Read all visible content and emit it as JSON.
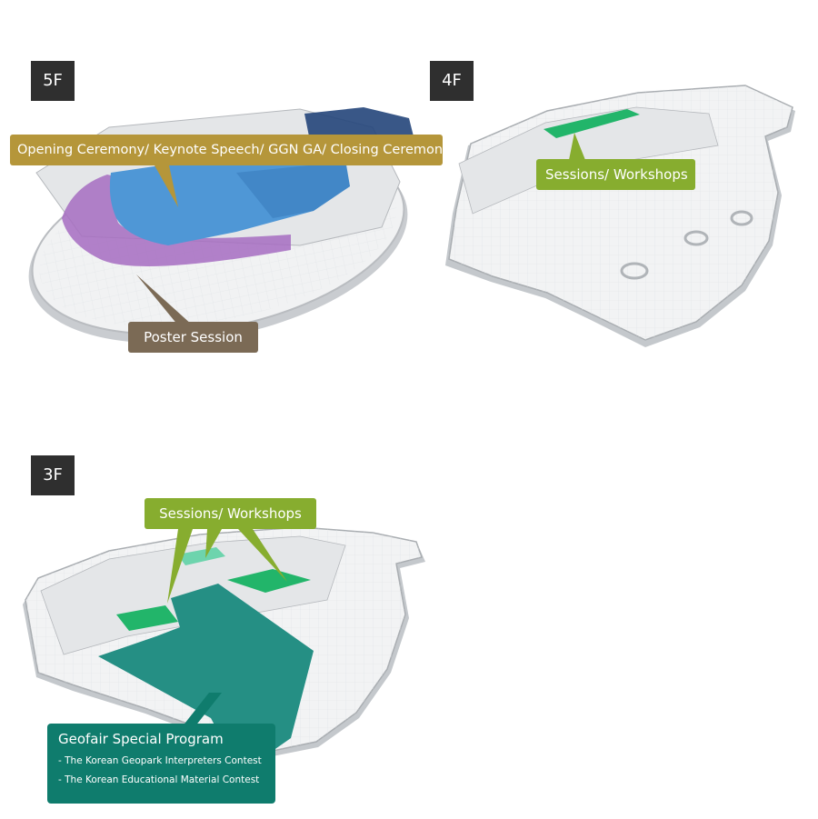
{
  "floors": {
    "f5": {
      "badge": "5F"
    },
    "f4": {
      "badge": "4F"
    },
    "f3": {
      "badge": "3F"
    }
  },
  "labels": {
    "opening": "Opening Ceremony/ Keynote Speech/ GGN GA/ Closing Ceremony",
    "poster": "Poster Session",
    "sessions_4f": "Sessions/ Workshops",
    "sessions_3f": "Sessions/ Workshops",
    "geofair_title": "Geofair Special Program",
    "geofair_items": [
      "- The Korean Geopark Interpreters Contest",
      "- The Korean Educational Material Contest"
    ]
  },
  "colors": {
    "gold": "#b5963a",
    "brown": "#7b6a55",
    "green": "#87ad2f",
    "teal": "#0f7c6d",
    "hall_blue": "#4f97d6",
    "poster_purple": "#a66cc1",
    "session_green": "#22b56a",
    "geofair_teal": "#258f84",
    "badge": "#2f2f2f"
  }
}
